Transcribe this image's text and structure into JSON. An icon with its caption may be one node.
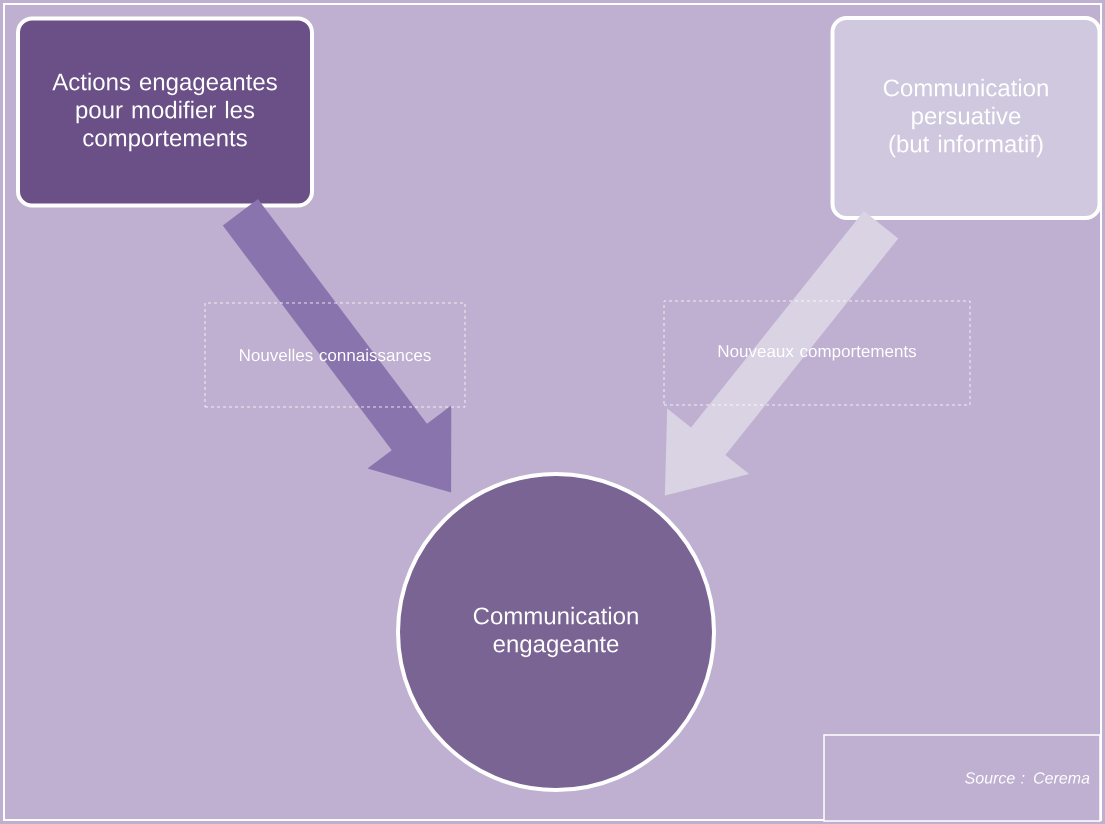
{
  "diagram": {
    "nodes": [
      {
        "text": [
          "Actions engageantes pour modifier les comportements"
        ]
      },
      {
        "text": [
          "Communication persuative (but informatif)"
        ]
      },
      {
        "text": [
          "Communication engageante"
        ]
      },
      {
        "text": [
          "Source : Cerema"
        ]
      }
    ],
    "edges": [
      {
        "from": 0,
        "to": 2,
        "arrow": "to",
        "label": "Nouvelles connaissances",
        "color": "#8a74ad"
      },
      {
        "from": 1,
        "to": 2,
        "arrow": "to",
        "label": "Nouveaux comportements",
        "color": "#d9d3e4"
      }
    ]
  }
}
